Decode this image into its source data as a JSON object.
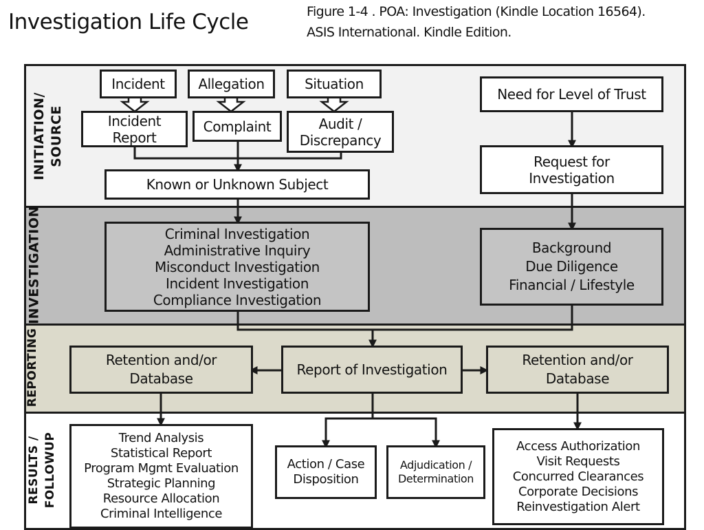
{
  "title": "Investigation Life Cycle",
  "caption": {
    "line1": "Figure 1-4 . POA: Investigation (Kindle Location 16564).",
    "line2": "ASIS International. Kindle Edition."
  },
  "rows": {
    "initiation": {
      "line1": "INITIATION/",
      "line2": "SOURCE"
    },
    "investigation": {
      "line1": "INVESTIGATION"
    },
    "reporting": {
      "line1": "REPORTING"
    },
    "results": {
      "line1": "RESULTS /",
      "line2": "FOLLOWUP"
    }
  },
  "nodes": {
    "incident": "Incident",
    "allegation": "Allegation",
    "situation": "Situation",
    "incident_report": [
      "Incident",
      "Report"
    ],
    "complaint": "Complaint",
    "audit": [
      "Audit /",
      "Discrepancy"
    ],
    "known_subject": "Known or Unknown Subject",
    "need_trust": "Need for Level of Trust",
    "request": [
      "Request for",
      "Investigation"
    ],
    "investigation_types": [
      "Criminal Investigation",
      "Administrative Inquiry",
      "Misconduct Investigation",
      "Incident Investigation",
      "Compliance Investigation"
    ],
    "background": [
      "Background",
      "Due Diligence",
      "Financial / Lifestyle"
    ],
    "retention_left": [
      "Retention and/or",
      "Database"
    ],
    "report": "Report of Investigation",
    "retention_right": [
      "Retention and/or",
      "Database"
    ],
    "trend": [
      "Trend Analysis",
      "Statistical Report",
      "Program Mgmt Evaluation",
      "Strategic Planning",
      "Resource Allocation",
      "Criminal Intelligence"
    ],
    "action": [
      "Action / Case",
      "Disposition"
    ],
    "adjudication": [
      "Adjudication /",
      "Determination"
    ],
    "access": [
      "Access Authorization",
      "Visit Requests",
      "Concurred Clearances",
      "Corporate Decisions",
      "Reinvestigation Alert"
    ]
  }
}
